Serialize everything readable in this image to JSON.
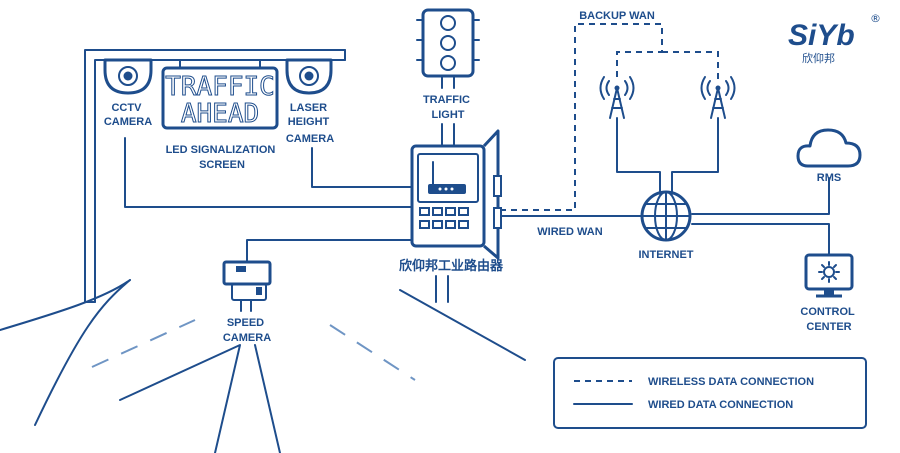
{
  "brand": {
    "logo_text": "SiYb",
    "logo_cn": "欣仰邦",
    "registered": "®"
  },
  "sign": {
    "line1": "TRAFFIC",
    "line2": "AHEAD"
  },
  "labels": {
    "cctv": [
      "CCTV",
      "CAMERA"
    ],
    "led": [
      "LED SIGNALIZATION",
      "SCREEN"
    ],
    "laser": [
      "LASER",
      "HEIGHT",
      "CAMERA"
    ],
    "traffic_light": [
      "TRAFFIC",
      "LIGHT"
    ],
    "backup_wan": "BACKUP WAN",
    "rms": "RMS",
    "wired_wan": "WIRED WAN",
    "internet": "INTERNET",
    "control_center": [
      "CONTROL",
      "CENTER"
    ],
    "speed_camera": [
      "SPEED",
      "CAMERA"
    ],
    "router": "欣仰邦工业路由器"
  },
  "legend": {
    "wireless": "WIRELESS DATA CONNECTION",
    "wired": "WIRED DATA CONNECTION"
  },
  "colors": {
    "primary": "#1e4d8c",
    "road_dash": "#6f95c4"
  },
  "icons": [
    "cctv-camera-icon",
    "laser-camera-icon",
    "traffic-light-icon",
    "router-cabinet-icon",
    "cell-tower-icon",
    "cloud-icon",
    "globe-icon",
    "monitor-gear-icon",
    "speed-camera-icon"
  ]
}
